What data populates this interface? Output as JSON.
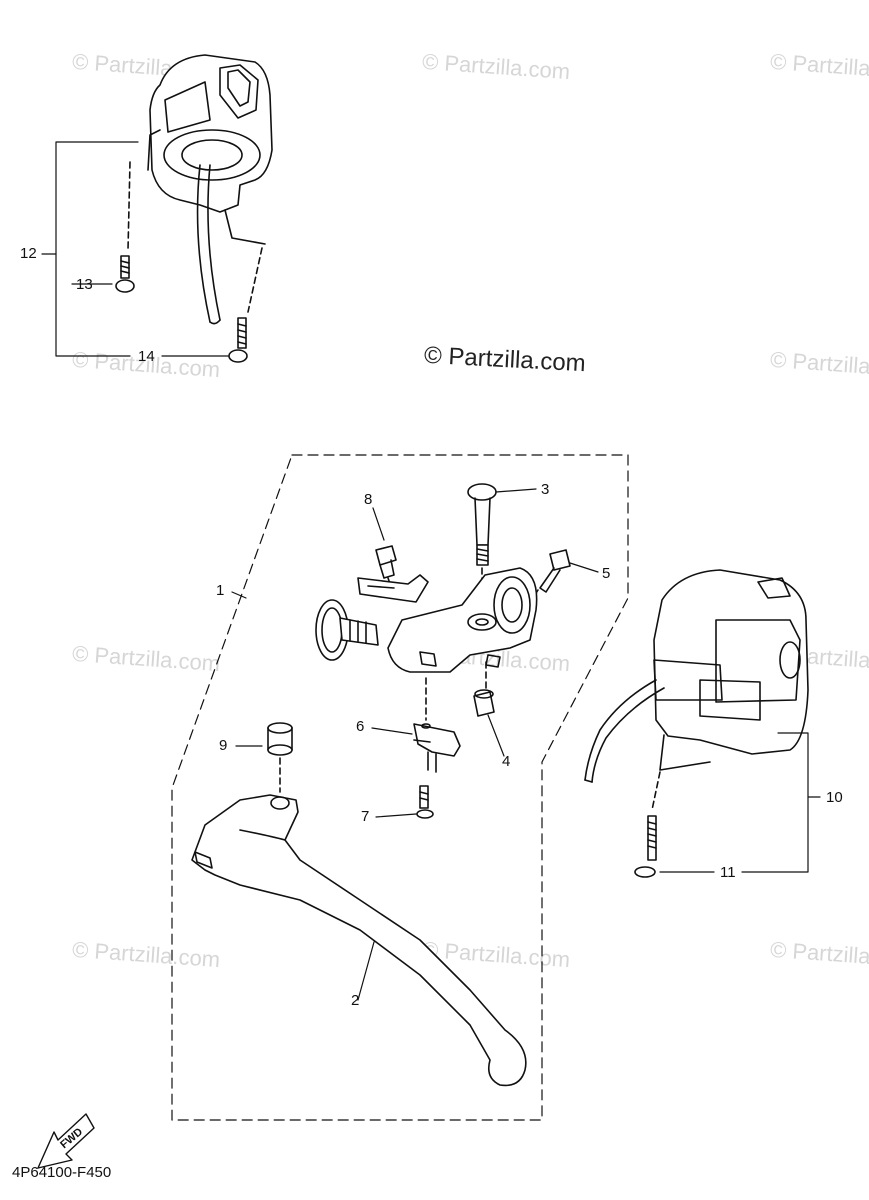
{
  "watermark": "© Partzilla.com",
  "diagram_code": "4P64100-F450",
  "fwd_label": "FWD",
  "callouts": {
    "c1": "1",
    "c2": "2",
    "c3": "3",
    "c4": "4",
    "c5": "5",
    "c6": "6",
    "c7": "7",
    "c8": "8",
    "c9": "9",
    "c10": "10",
    "c11": "11",
    "c12": "12",
    "c13": "13",
    "c14": "14"
  }
}
